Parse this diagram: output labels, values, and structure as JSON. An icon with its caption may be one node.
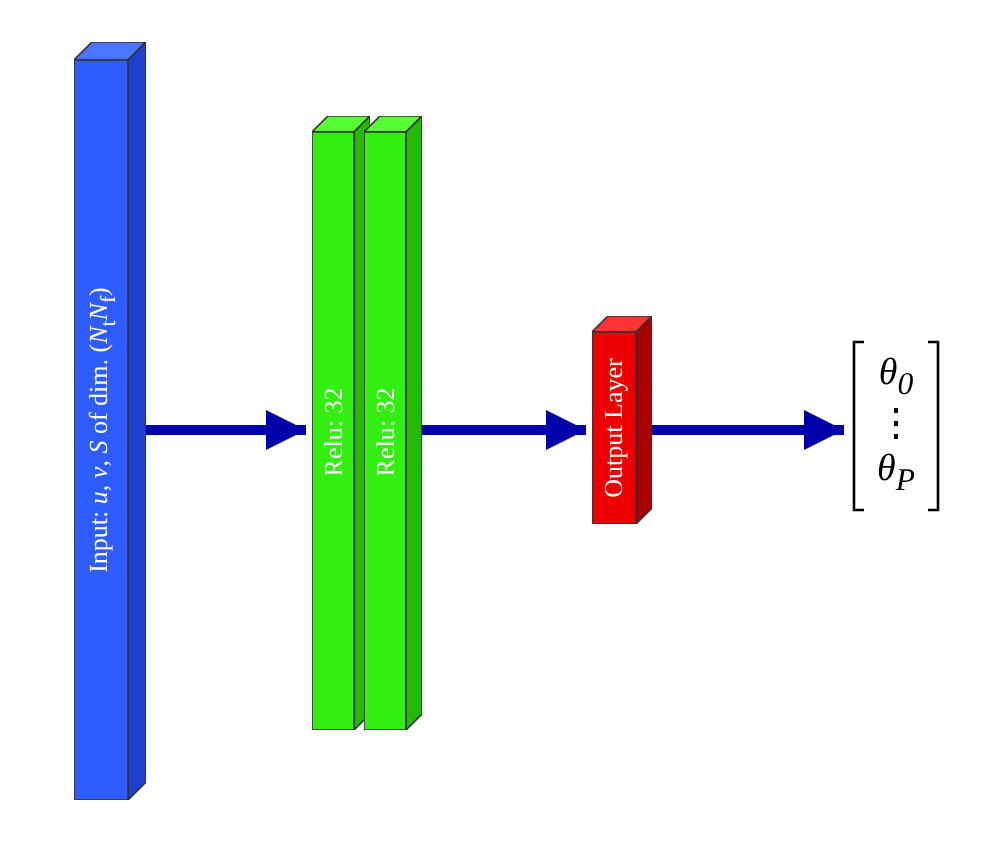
{
  "diagram": {
    "nodes": [
      {
        "text": [
          "Input: *u*, *v*, *S* of dim. (*N*$_{t}$*N*$_{f}$)"
        ]
      },
      {
        "text": [
          "Relu: 32"
        ]
      },
      {
        "text": [
          "Relu: 32"
        ]
      },
      {
        "text": [
          "Output Layer"
        ]
      },
      {
        "text": [
          "θ$_{0}$",
          "⋮",
          "θ$_{P}$"
        ]
      }
    ],
    "edges": [
      {
        "from": 0,
        "to": 1,
        "arrow": "to"
      },
      {
        "from": 2,
        "to": 3,
        "arrow": "to"
      },
      {
        "from": 3,
        "to": 4,
        "arrow": "to"
      }
    ]
  }
}
